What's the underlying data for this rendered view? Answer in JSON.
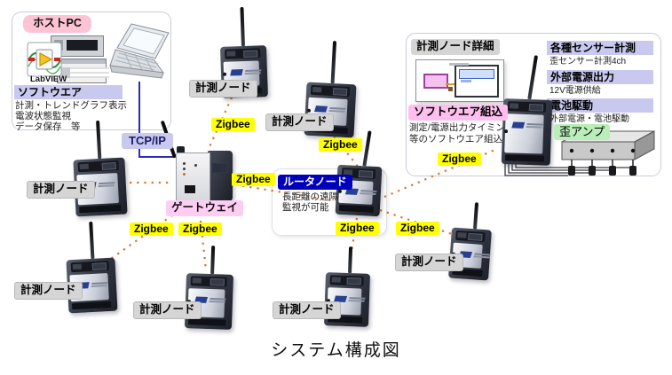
{
  "page_title": "システム構成図",
  "labels": {
    "node": "計測ノード",
    "zigbee": "Zigbee",
    "gateway": "ゲートウェイ",
    "tcpip": "TCP/IP"
  },
  "host": {
    "title": "ホストPC",
    "labview": "LabVIEW",
    "software_header": "ソフトウエア",
    "software_lines": [
      "計測・トレンドグラフ表示",
      "電波状態監視",
      "データ保存　等"
    ]
  },
  "router": {
    "label": "ルータノード",
    "desc_lines": [
      "長距離の遠隔",
      "監視が可能"
    ]
  },
  "detail": {
    "title": "計測ノード詳細",
    "software_header": "ソフトウエア組込",
    "software_lines": [
      "測定/電源出力タイミング",
      "等のソフトウエア組込み"
    ],
    "features": [
      {
        "header": "各種センサー計測",
        "sub": "歪センサー計測4ch"
      },
      {
        "header": "外部電源出力",
        "sub": "12V電源供給"
      },
      {
        "header": "電池駆動",
        "sub": "外部電源・電池駆動"
      }
    ],
    "amp_label": "歪アンプ"
  },
  "colors": {
    "zigbee_bg": "#ffff00",
    "node_bg": "#d5d5d5",
    "gateway_bg": "#ffcdf2",
    "host_bg": "#ffc3d6",
    "router_bg": "#0000bb",
    "lavender_bg": "#c9c9ef",
    "pink_bg": "#ffbfee",
    "green_bg": "#b9eeb9",
    "dotted_line": "#d4752c",
    "tcpip_line": "#2b2bb8"
  }
}
